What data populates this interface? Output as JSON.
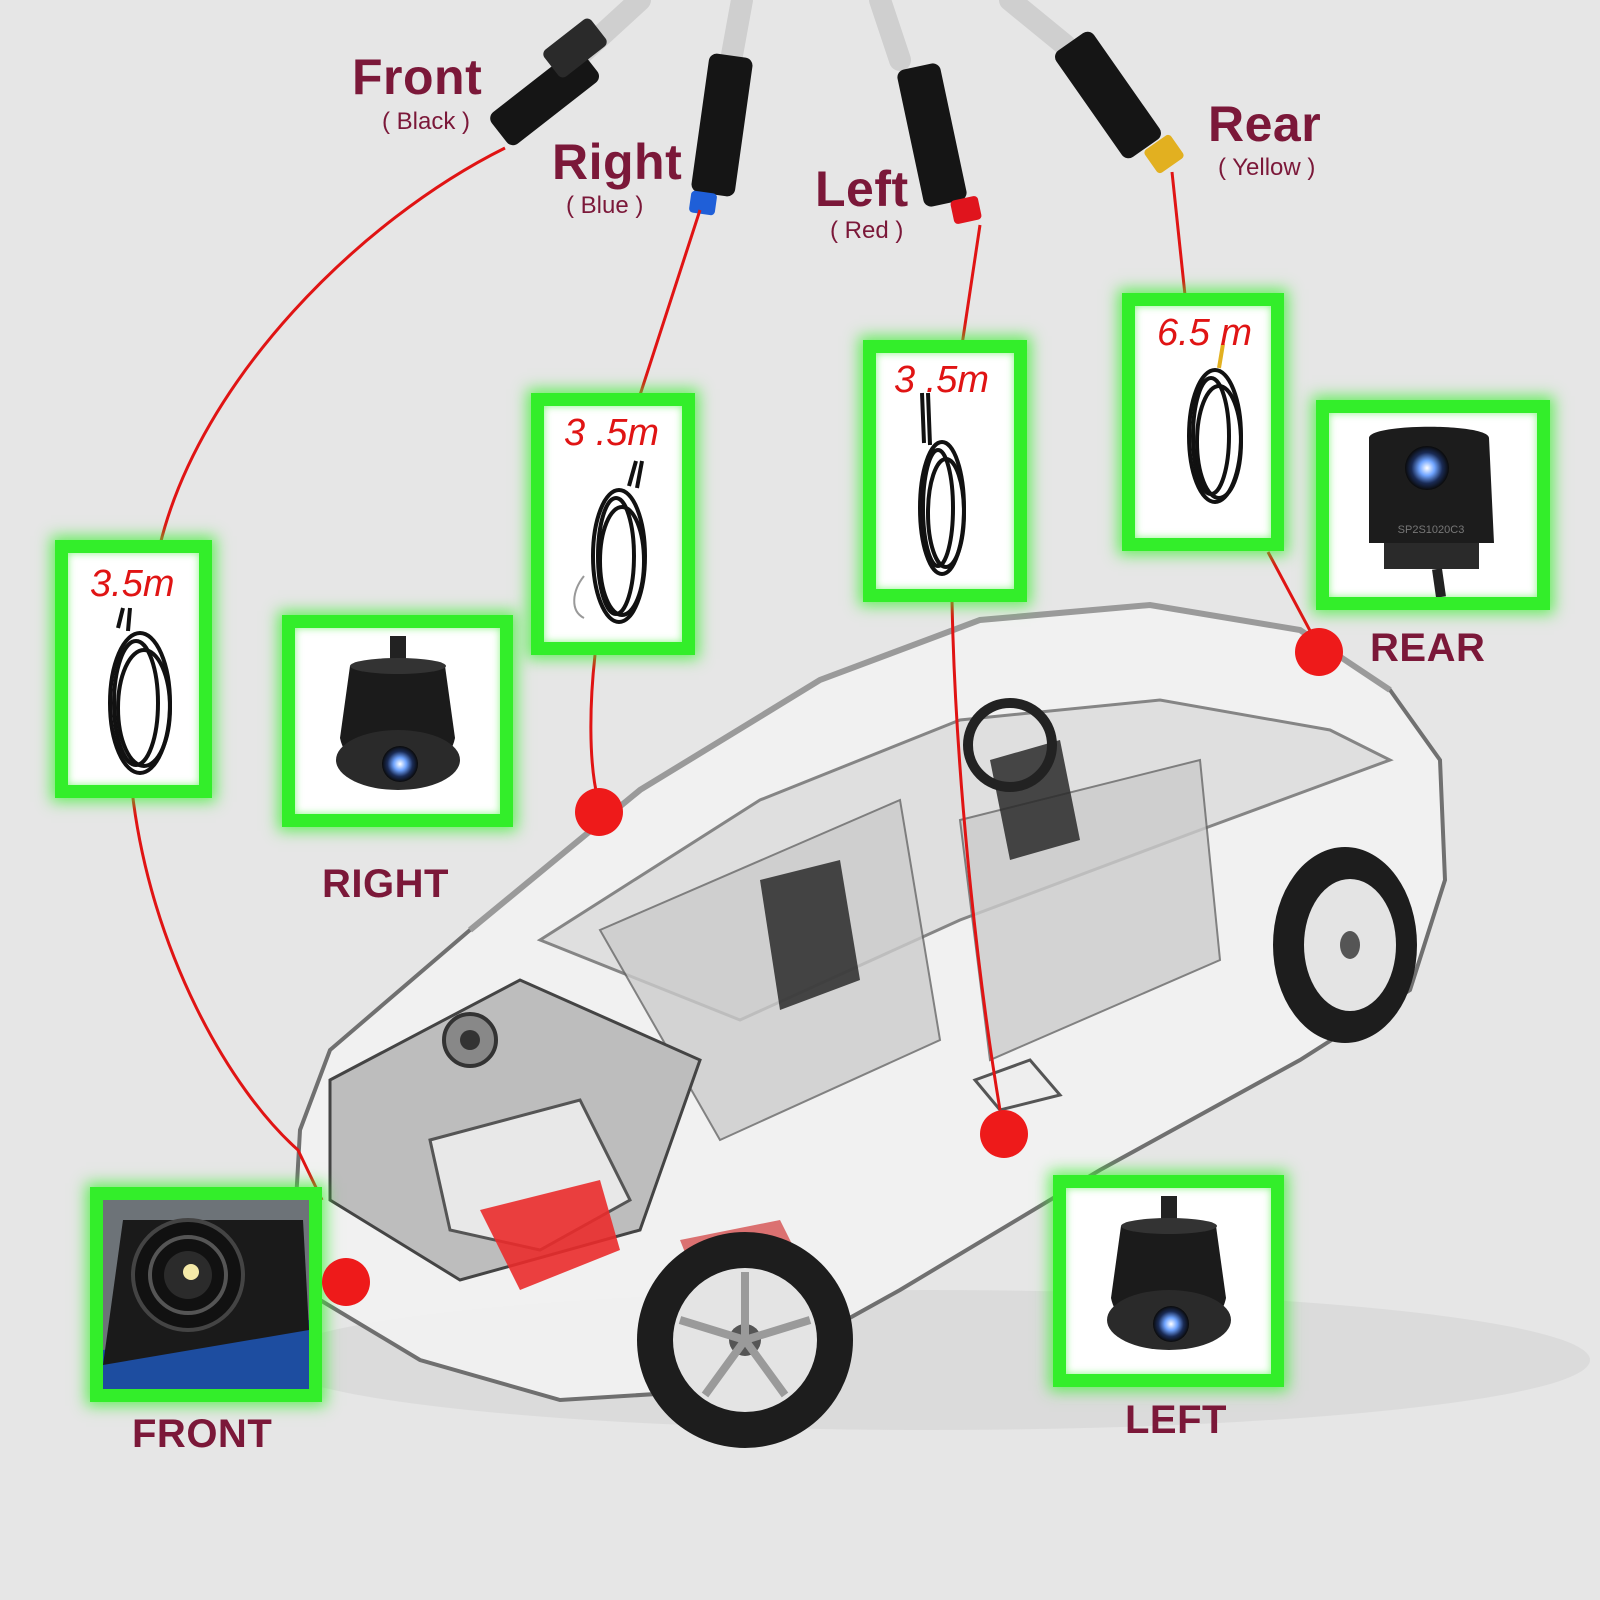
{
  "connectors": [
    {
      "key": "front",
      "label": "Front",
      "color_note": "( Black )",
      "tip_color": "#1a1a1a"
    },
    {
      "key": "right",
      "label": "Right",
      "color_note": "( Blue )",
      "tip_color": "#1f5fd8"
    },
    {
      "key": "left",
      "label": "Left",
      "color_note": "( Red )",
      "tip_color": "#e0141d"
    },
    {
      "key": "rear",
      "label": "Rear",
      "color_note": "( Yellow )",
      "tip_color": "#e2b020"
    }
  ],
  "cables": [
    {
      "key": "front",
      "length": "3.5m"
    },
    {
      "key": "right",
      "length": "3 .5m"
    },
    {
      "key": "left",
      "length": "3 .5m"
    },
    {
      "key": "rear",
      "length": "6.5 m"
    }
  ],
  "cameras": [
    {
      "key": "front",
      "label": "FRONT"
    },
    {
      "key": "right",
      "label": "RIGHT"
    },
    {
      "key": "left",
      "label": "LEFT"
    },
    {
      "key": "rear",
      "label": "REAR",
      "model_text": "SP2S1020C3"
    }
  ],
  "colors": {
    "label": "#7b1839",
    "wire": "#e01414",
    "frame": "#33ee2a",
    "marker": "#ee1a1a"
  }
}
